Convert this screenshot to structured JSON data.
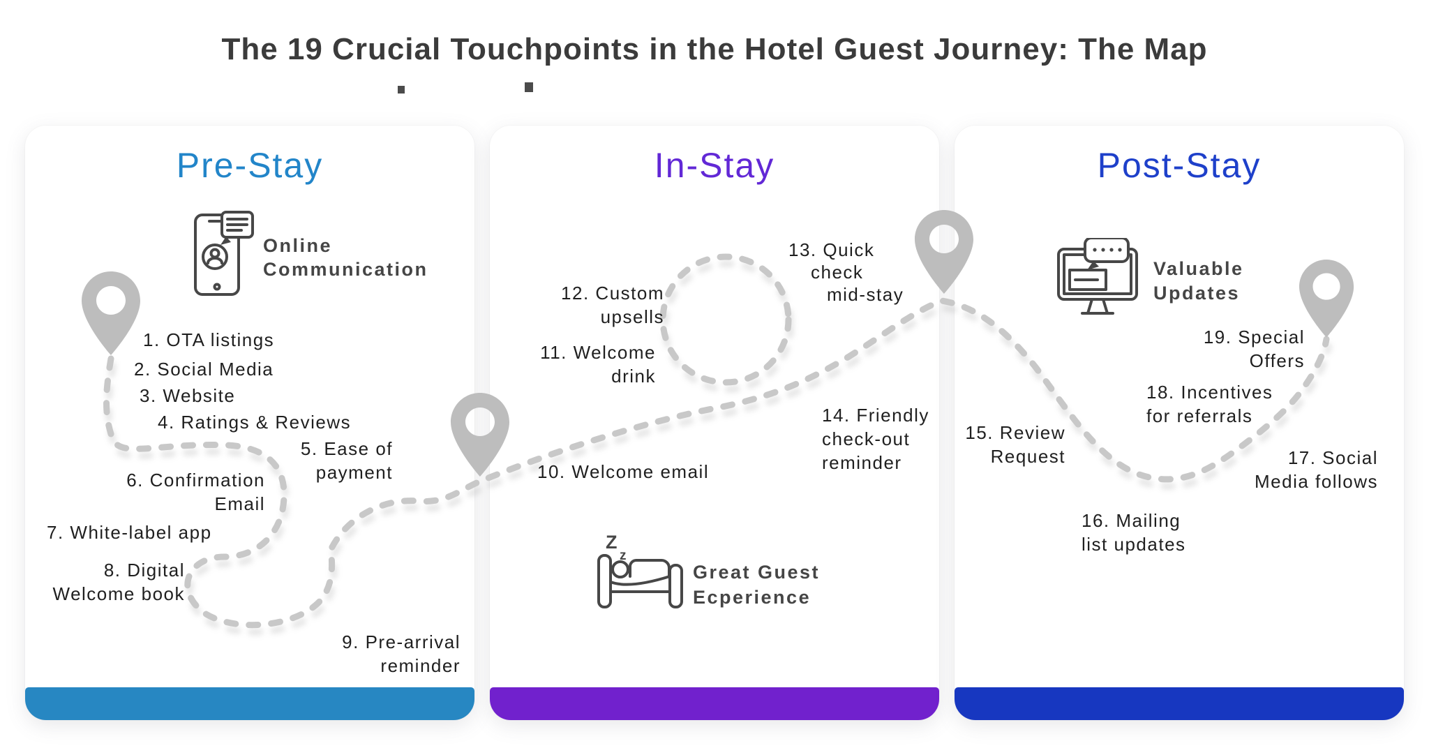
{
  "title": "The 19 Crucial Touchpoints in the Hotel Guest Journey: The Map",
  "colors": {
    "title_text": "#3b3b3b",
    "body_text": "#1f1f1f",
    "journey_path": "#c8c8c8",
    "map_pin": "#bdbdbd",
    "icon_stroke": "#474747"
  },
  "columns": [
    {
      "label": "Pre-Stay",
      "accent": "#2285c9",
      "bar": "#2787c2",
      "icon": "smartphone-chat-icon",
      "caption": [
        "Online",
        "Communication"
      ],
      "touchpoints": [
        {
          "lines": [
            "1. OTA listings"
          ]
        },
        {
          "lines": [
            "2. Social Media"
          ]
        },
        {
          "lines": [
            "3. Website"
          ]
        },
        {
          "lines": [
            "4. Ratings & Reviews"
          ]
        },
        {
          "lines": [
            "5. Ease of",
            "payment"
          ]
        },
        {
          "lines": [
            "6. Confirmation",
            "Email"
          ]
        },
        {
          "lines": [
            "7. White-label app"
          ]
        },
        {
          "lines": [
            "8. Digital",
            "Welcome book"
          ]
        },
        {
          "lines": [
            "9. Pre-arrival",
            "reminder"
          ]
        }
      ]
    },
    {
      "label": "In-Stay",
      "accent": "#6228d6",
      "bar": "#7121cd",
      "icon": "sleeping-guest-bed-icon",
      "caption": [
        "Great Guest",
        "Ecperience"
      ],
      "touchpoints": [
        {
          "lines": [
            "10. Welcome email"
          ]
        },
        {
          "lines": [
            "11. Welcome",
            "drink"
          ]
        },
        {
          "lines": [
            "12. Custom",
            "upsells"
          ]
        },
        {
          "lines": [
            "13. Quick",
            "check",
            "mid-stay"
          ]
        },
        {
          "lines": [
            "14. Friendly",
            "check-out",
            "reminder"
          ]
        }
      ]
    },
    {
      "label": "Post-Stay",
      "accent": "#1e40ca",
      "bar": "#1737c0",
      "icon": "monitor-message-icon",
      "caption": [
        "Valuable",
        "Updates"
      ],
      "touchpoints": [
        {
          "lines": [
            "15. Review",
            "Request"
          ]
        },
        {
          "lines": [
            "16. Mailing",
            "list updates"
          ]
        },
        {
          "lines": [
            "17. Social",
            "Media follows"
          ]
        },
        {
          "lines": [
            "18. Incentives",
            "for referrals"
          ]
        },
        {
          "lines": [
            "19. Special",
            "Offers"
          ]
        }
      ]
    }
  ]
}
